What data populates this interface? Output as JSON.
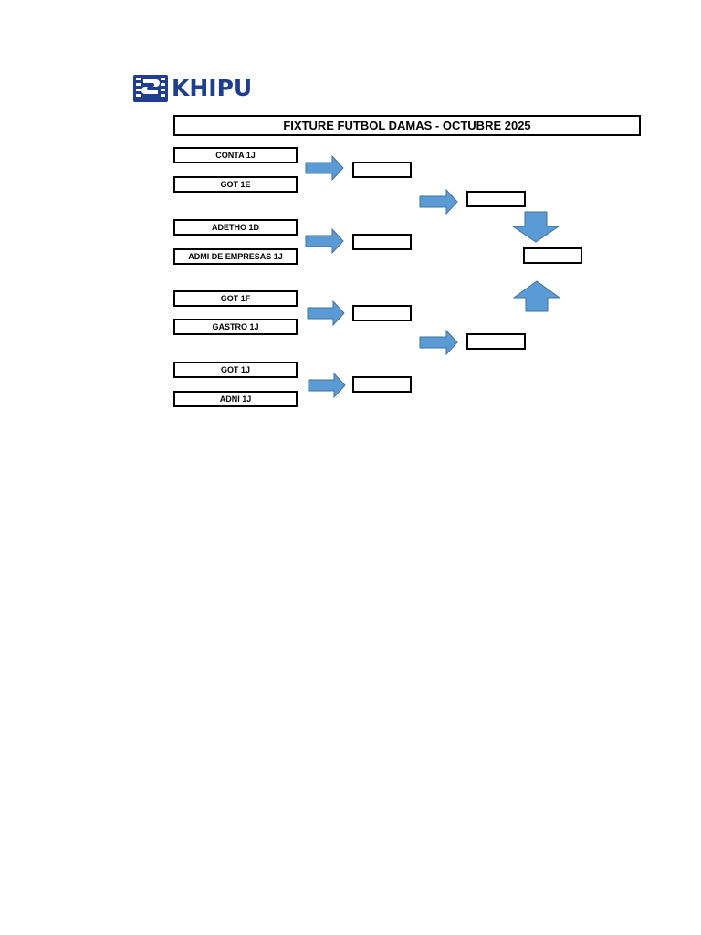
{
  "brand": {
    "name": "KHIPU",
    "color": "#1f3e8f"
  },
  "title": "FIXTURE FUTBOL DAMAS - OCTUBRE 2025",
  "teams": [
    "CONTA 1J",
    "GOT 1E",
    "ADETHO 1D",
    "ADMI DE EMPRESAS 1J",
    "GOT 1F",
    "GASTRO 1J",
    "GOT 1J",
    "ADNI 1J"
  ],
  "colors": {
    "arrow_fill": "#5b9bd5",
    "arrow_stroke": "#41719c",
    "box_border": "#000000"
  }
}
